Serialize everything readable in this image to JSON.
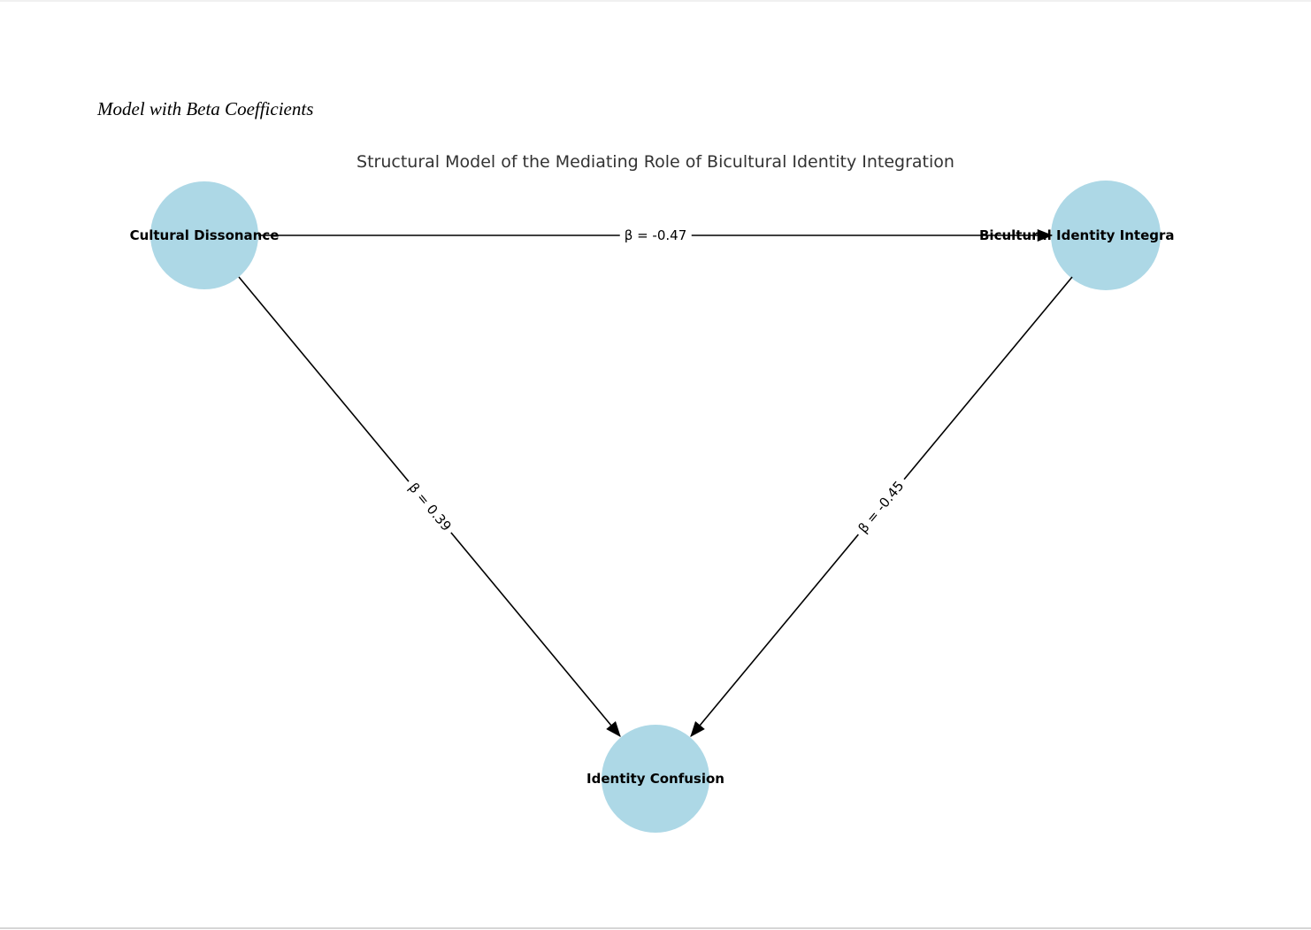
{
  "page": {
    "heading": "Model with Beta Coefficients",
    "background_color": "#ffffff"
  },
  "diagram": {
    "title": "Structural Model of the Mediating Role of Bicultural Identity Integration",
    "node_fill_color": "#add8e6",
    "edge_color": "#000000",
    "nodes": [
      {
        "id": "cultural-dissonance",
        "label": "Cultural Dissonance"
      },
      {
        "id": "bicultural-identity-integration",
        "label": "Bicultural Identity Integra"
      },
      {
        "id": "identity-confusion",
        "label": "Identity Confusion"
      }
    ],
    "edges": [
      {
        "from": "Cultural Dissonance",
        "to": "Bicultural Identity Integra",
        "label": "β = -0.47"
      },
      {
        "from": "Cultural Dissonance",
        "to": "Identity Confusion",
        "label": "β = 0.39"
      },
      {
        "from": "Bicultural Identity Integra",
        "to": "Identity Confusion",
        "label": "β = -0.45"
      }
    ]
  }
}
